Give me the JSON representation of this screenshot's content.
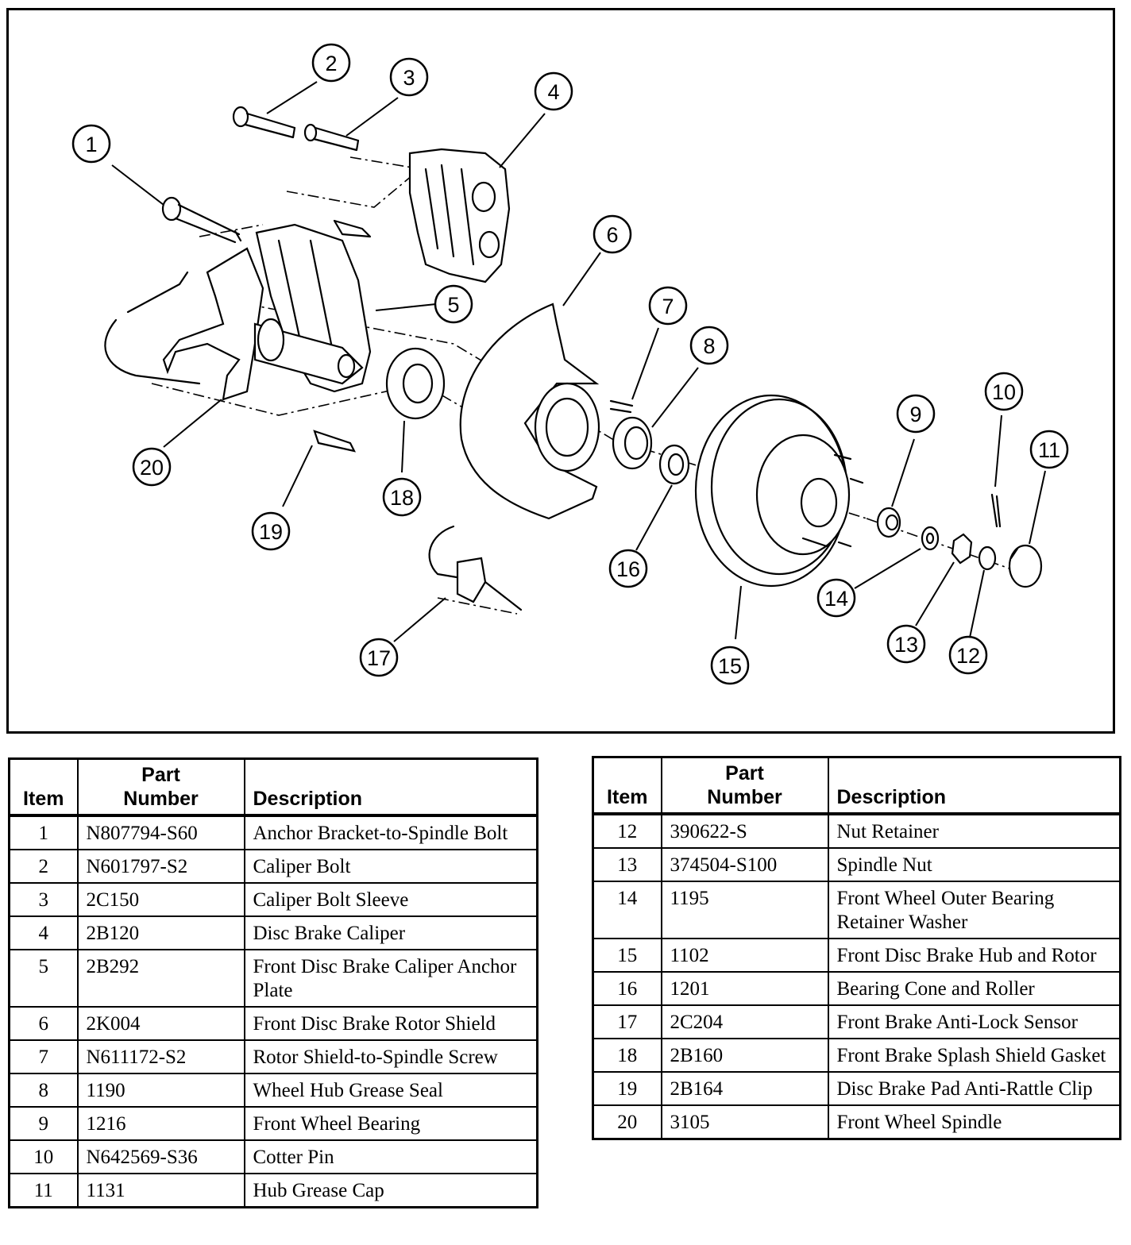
{
  "diagram": {
    "callouts": [
      "1",
      "2",
      "3",
      "4",
      "5",
      "6",
      "7",
      "8",
      "9",
      "10",
      "11",
      "12",
      "13",
      "14",
      "15",
      "16",
      "17",
      "18",
      "19",
      "20"
    ]
  },
  "tables": {
    "headers": {
      "item": "Item",
      "part_line1": "Part",
      "part_line2": "Number",
      "description": "Description"
    },
    "left": [
      {
        "item": "1",
        "part": "N807794-S60",
        "desc": "Anchor Bracket-to-Spindle Bolt"
      },
      {
        "item": "2",
        "part": "N601797-S2",
        "desc": "Caliper Bolt"
      },
      {
        "item": "3",
        "part": "2C150",
        "desc": "Caliper Bolt Sleeve"
      },
      {
        "item": "4",
        "part": "2B120",
        "desc": "Disc Brake Caliper"
      },
      {
        "item": "5",
        "part": "2B292",
        "desc": "Front Disc Brake Caliper Anchor Plate"
      },
      {
        "item": "6",
        "part": "2K004",
        "desc": "Front Disc Brake Rotor Shield"
      },
      {
        "item": "7",
        "part": "N611172-S2",
        "desc": "Rotor Shield-to-Spindle Screw"
      },
      {
        "item": "8",
        "part": "1190",
        "desc": "Wheel Hub Grease Seal"
      },
      {
        "item": "9",
        "part": "1216",
        "desc": "Front Wheel Bearing"
      },
      {
        "item": "10",
        "part": "N642569-S36",
        "desc": "Cotter Pin"
      },
      {
        "item": "11",
        "part": "1131",
        "desc": "Hub Grease Cap"
      }
    ],
    "right": [
      {
        "item": "12",
        "part": "390622-S",
        "desc": "Nut Retainer"
      },
      {
        "item": "13",
        "part": "374504-S100",
        "desc": "Spindle Nut"
      },
      {
        "item": "14",
        "part": "1195",
        "desc": "Front Wheel Outer Bearing Retainer Washer"
      },
      {
        "item": "15",
        "part": "1102",
        "desc": "Front Disc Brake Hub and Rotor"
      },
      {
        "item": "16",
        "part": "1201",
        "desc": "Bearing Cone and Roller"
      },
      {
        "item": "17",
        "part": "2C204",
        "desc": "Front Brake Anti-Lock Sensor"
      },
      {
        "item": "18",
        "part": "2B160",
        "desc": "Front Brake Splash Shield Gasket"
      },
      {
        "item": "19",
        "part": "2B164",
        "desc": "Disc Brake Pad Anti-Rattle Clip"
      },
      {
        "item": "20",
        "part": "3105",
        "desc": "Front Wheel Spindle"
      }
    ]
  }
}
